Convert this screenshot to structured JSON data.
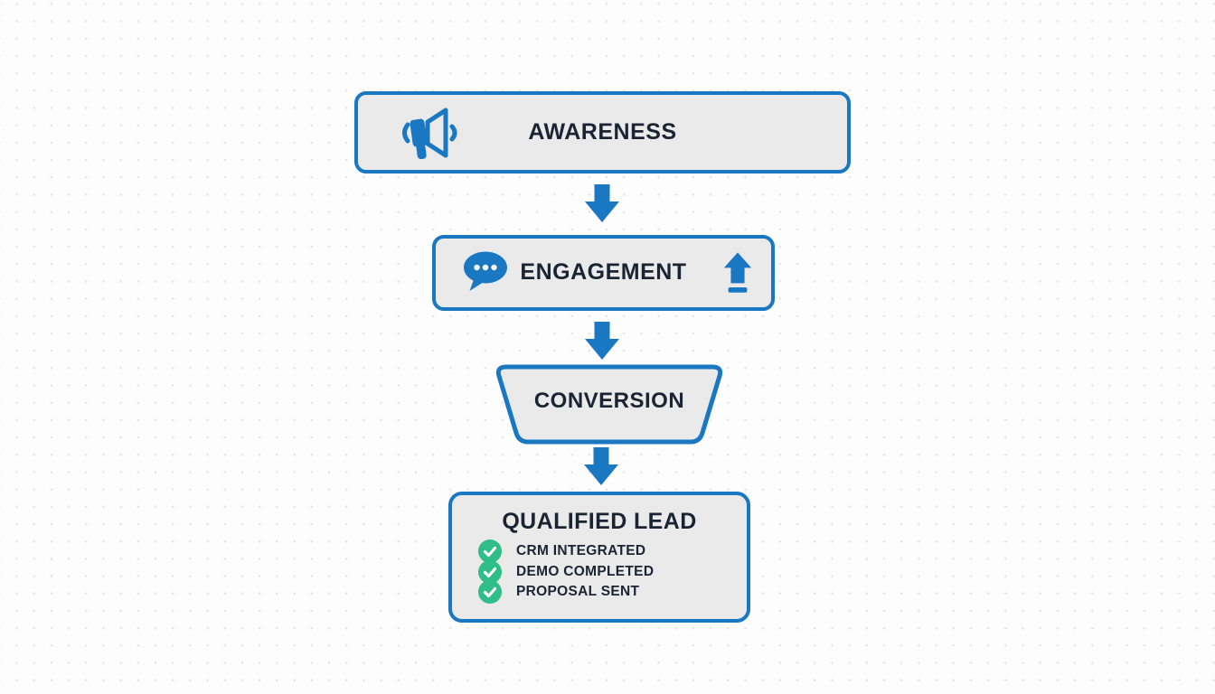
{
  "diagram": {
    "colors": {
      "accent_blue": "#1a77c2",
      "text_navy": "#1b2433",
      "box_fill": "#eaeaeb",
      "check_green": "#2ebd8b",
      "background": "#fdfdfe",
      "dot_grid": "#e5e5e6"
    },
    "stages": [
      {
        "id": "awareness",
        "label": "AWARENESS",
        "icon": "megaphone-icon"
      },
      {
        "id": "engagement",
        "label": "ENGAGEMENT",
        "icon_left": "chat-bubble-icon",
        "icon_right": "upload-arrow-icon"
      },
      {
        "id": "conversion",
        "label": "CONVERSION",
        "shape": "trapezoid"
      },
      {
        "id": "qualified-lead",
        "label": "QUALIFIED LEAD",
        "checklist": [
          "CRM INTEGRATED",
          "DEMO COMPLETED",
          "PROPOSAL SENT"
        ]
      }
    ],
    "connectors": [
      "down-arrow",
      "down-arrow",
      "down-arrow"
    ]
  }
}
